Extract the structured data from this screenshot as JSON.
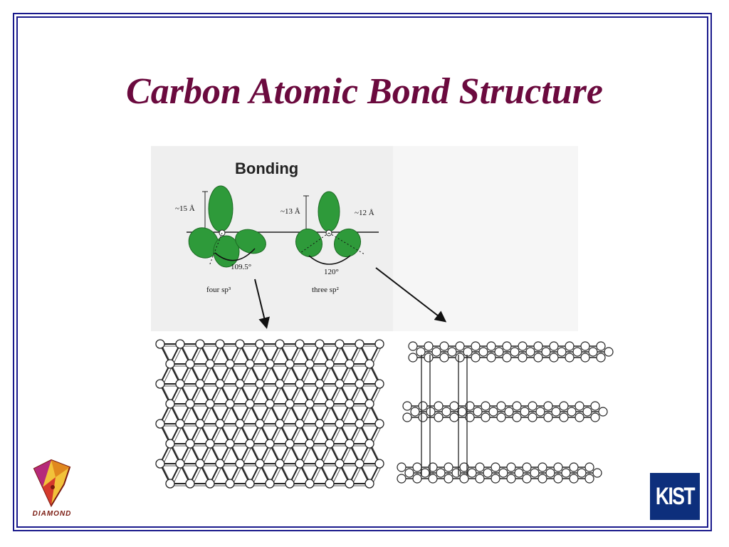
{
  "slide": {
    "title": "Carbon Atomic Bond Structure"
  },
  "figure": {
    "heading": "Bonding",
    "sp3": {
      "length": "~15 Å",
      "angle": "109.5°",
      "caption": "four sp³"
    },
    "sp2": {
      "length_left": "~13 Å",
      "length_right": "~12 Å",
      "angle": "120°",
      "caption": "three sp²"
    }
  },
  "logos": {
    "left": "DIAMOND",
    "right": "KIST"
  },
  "colors": {
    "title": "#6b0a3e",
    "frame": "#1a1a8c",
    "orbital": "#2e9a3a",
    "kist_bg": "#0d2f7c"
  }
}
